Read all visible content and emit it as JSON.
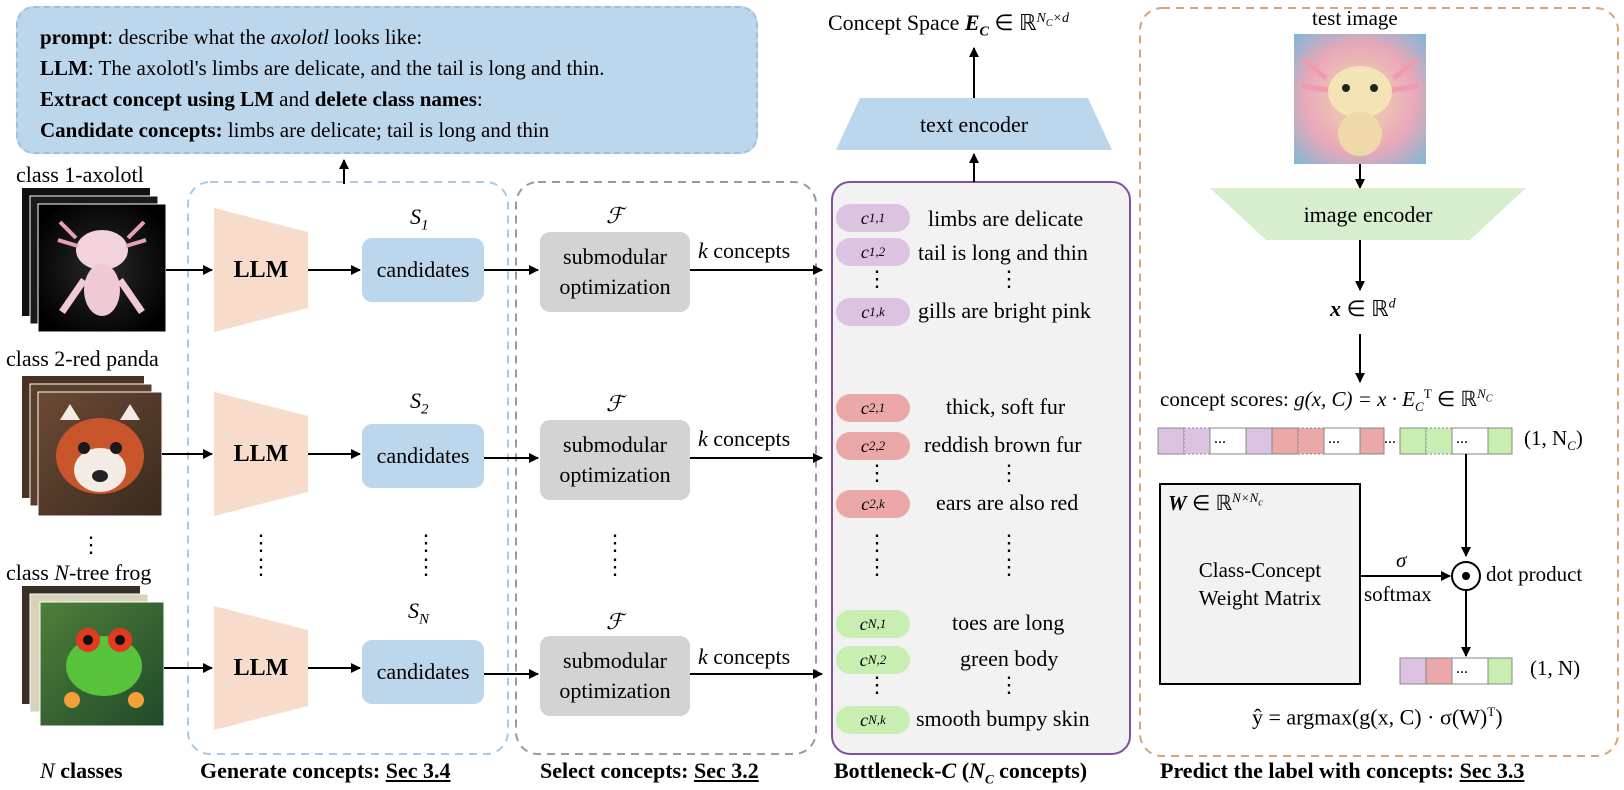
{
  "prompt_box": {
    "line1_b": "prompt",
    "line1_a": ": describe what the ",
    "line1_i": "axolotl",
    "line1_c": " looks like:",
    "line2_b": "LLM",
    "line2_a": ": The axolotl's limbs are delicate, and the tail is long and thin.",
    "line3_b1": "Extract concept using LM",
    "line3_a": " and ",
    "line3_b2": "delete class names",
    "line3_c": ":",
    "line4_b": "Candidate concepts:",
    "line4_a": " limbs are delicate; tail is long and thin"
  },
  "classes": {
    "c1": "class 1-axolotl",
    "c2": "class 2-red panda",
    "cN_pre": "class ",
    "cN_i": "N",
    "cN_post": "-tree frog",
    "dots": "⋮"
  },
  "llm": {
    "label": "LLM"
  },
  "candidates": {
    "label": "candidates",
    "s1": "S",
    "s1_sub": "1",
    "s2": "S",
    "s2_sub": "2",
    "sN": "S",
    "sN_sub": "N"
  },
  "submodular": {
    "line1": "submodular",
    "line2": "optimization",
    "F": "ℱ",
    "k_italic": "k",
    "k_text": " concepts"
  },
  "bottleneck": {
    "pills": [
      {
        "c": "c",
        "sub": "1,1",
        "text": "limbs are delicate"
      },
      {
        "c": "c",
        "sub": "1,2",
        "text": "tail is long and thin"
      },
      {
        "c": "c",
        "sub": "1,k",
        "text": "gills are bright pink"
      },
      {
        "c": "c",
        "sub": "2,1",
        "text": "thick, soft fur"
      },
      {
        "c": "c",
        "sub": "2,2",
        "text": "reddish brown fur"
      },
      {
        "c": "c",
        "sub": "2,k",
        "text": "ears are also red"
      },
      {
        "c": "c",
        "sub": "N,1",
        "text": "toes are long"
      },
      {
        "c": "c",
        "sub": "N,2",
        "text": "green body"
      },
      {
        "c": "c",
        "sub": "N,k",
        "text": "smooth bumpy skin"
      }
    ]
  },
  "text_encoder": {
    "label": "text encoder",
    "concept_space_pre": "Concept Space ",
    "concept_space_E": "E",
    "concept_space_sub": "C",
    "concept_space_in": " ∈ ℝ",
    "concept_space_sup": "N",
    "concept_space_sup_sub": "C",
    "concept_space_sup_tail": "×d"
  },
  "predict": {
    "test_image": "test image",
    "image_encoder": "image encoder",
    "x_label_x": "x",
    "x_label_rest": " ∈ ℝ",
    "x_label_sup": "d",
    "scores_pre": "concept scores: ",
    "scores_eq": "g(x, C) = x · E",
    "scores_sub": "C",
    "scores_sup": "T",
    "scores_in": " ∈ ℝ",
    "scores_sup2": "N",
    "scores_sup2_sub": "C",
    "vec1_label": "(1, N",
    "vec1_label_sub": "C",
    "vec1_label_end": ")",
    "vec_dots": "...",
    "w_label": "W",
    "w_label_rest": " ∈ ℝ",
    "w_sup": "N×N",
    "w_sup_sub": "c",
    "w_text1": "Class-Concept",
    "w_text2": "Weight Matrix",
    "sigma": "σ",
    "softmax": "softmax",
    "dot_product": "dot product",
    "vec2_label": "(1, N)",
    "yhat": "ŷ = argmax(g(x, C) · σ(W)",
    "yhat_sup": "T",
    "yhat_end": ")"
  },
  "bottom": {
    "n_classes_i": "N",
    "n_classes_b": " classes",
    "gen": "Generate concepts: ",
    "gen_u": "Sec 3.4",
    "sel": "Select concepts: ",
    "sel_u": "Sec 3.2",
    "bot": "Bottleneck-",
    "bot_i": "C",
    "bot_rest": " (",
    "bot_n": "N",
    "bot_nsub": "C",
    "bot_end": " concepts)",
    "pred": "Predict the label with concepts: ",
    "pred_u": "Sec 3.3"
  },
  "colors": {
    "blue_fill": "#bcd6ec",
    "peach": "#f7dccb",
    "gray": "#d3d3d3",
    "purple_pill": "#dcc3e2",
    "red_pill": "#eaa8a8",
    "green_pill": "#c8eeb1",
    "green_enc": "#d8efcf",
    "bottleneck_border": "#7f4fa6",
    "predict_border": "#d6a679"
  }
}
